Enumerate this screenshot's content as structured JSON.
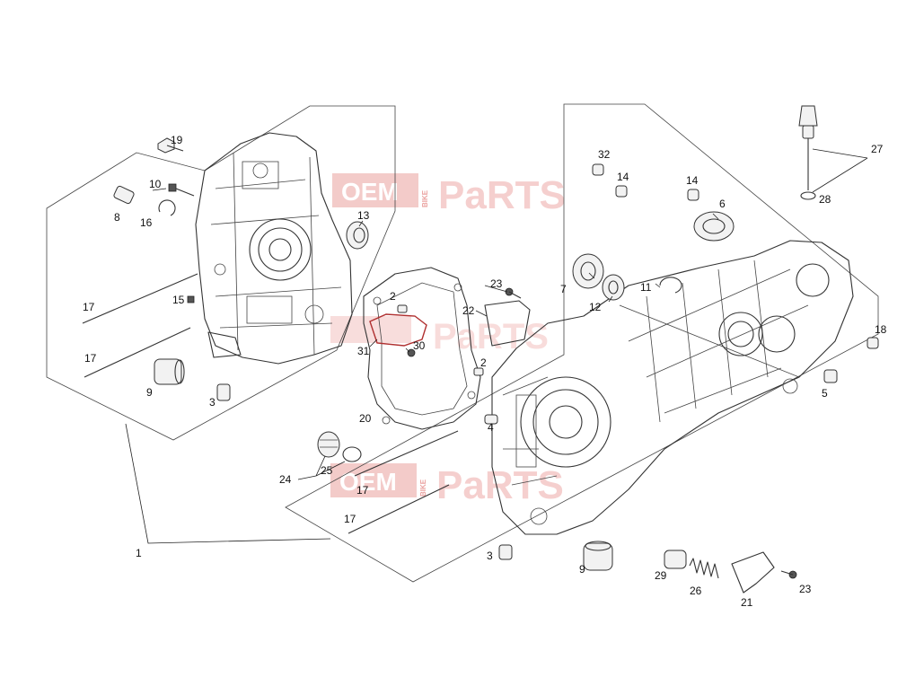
{
  "watermark": {
    "prefix": "OEM",
    "vertical": "BIKE",
    "suffix": "PaRTS"
  },
  "callouts": [
    {
      "id": "c-19",
      "text": "19"
    },
    {
      "id": "c-10",
      "text": "10"
    },
    {
      "id": "c-8",
      "text": "8"
    },
    {
      "id": "c-16",
      "text": "16"
    },
    {
      "id": "c-13",
      "text": "13"
    },
    {
      "id": "c-17a",
      "text": "17"
    },
    {
      "id": "c-15",
      "text": "15"
    },
    {
      "id": "c-17b",
      "text": "17"
    },
    {
      "id": "c-9a",
      "text": "9"
    },
    {
      "id": "c-3a",
      "text": "3"
    },
    {
      "id": "c-2a",
      "text": "2"
    },
    {
      "id": "c-23a",
      "text": "23"
    },
    {
      "id": "c-22",
      "text": "22"
    },
    {
      "id": "c-31",
      "text": "31"
    },
    {
      "id": "c-30",
      "text": "30"
    },
    {
      "id": "c-2b",
      "text": "2"
    },
    {
      "id": "c-20",
      "text": "20"
    },
    {
      "id": "c-4",
      "text": "4"
    },
    {
      "id": "c-24",
      "text": "24"
    },
    {
      "id": "c-25",
      "text": "25"
    },
    {
      "id": "c-17c",
      "text": "17"
    },
    {
      "id": "c-17d",
      "text": "17"
    },
    {
      "id": "c-1",
      "text": "1"
    },
    {
      "id": "c-3b",
      "text": "3"
    },
    {
      "id": "c-9b",
      "text": "9"
    },
    {
      "id": "c-29",
      "text": "29"
    },
    {
      "id": "c-26",
      "text": "26"
    },
    {
      "id": "c-21",
      "text": "21"
    },
    {
      "id": "c-23b",
      "text": "23"
    },
    {
      "id": "c-32",
      "text": "32"
    },
    {
      "id": "c-14a",
      "text": "14"
    },
    {
      "id": "c-14b",
      "text": "14"
    },
    {
      "id": "c-6",
      "text": "6"
    },
    {
      "id": "c-7",
      "text": "7"
    },
    {
      "id": "c-12",
      "text": "12"
    },
    {
      "id": "c-11",
      "text": "11"
    },
    {
      "id": "c-27",
      "text": "27"
    },
    {
      "id": "c-28",
      "text": "28"
    },
    {
      "id": "c-18",
      "text": "18"
    },
    {
      "id": "c-5",
      "text": "5"
    }
  ]
}
